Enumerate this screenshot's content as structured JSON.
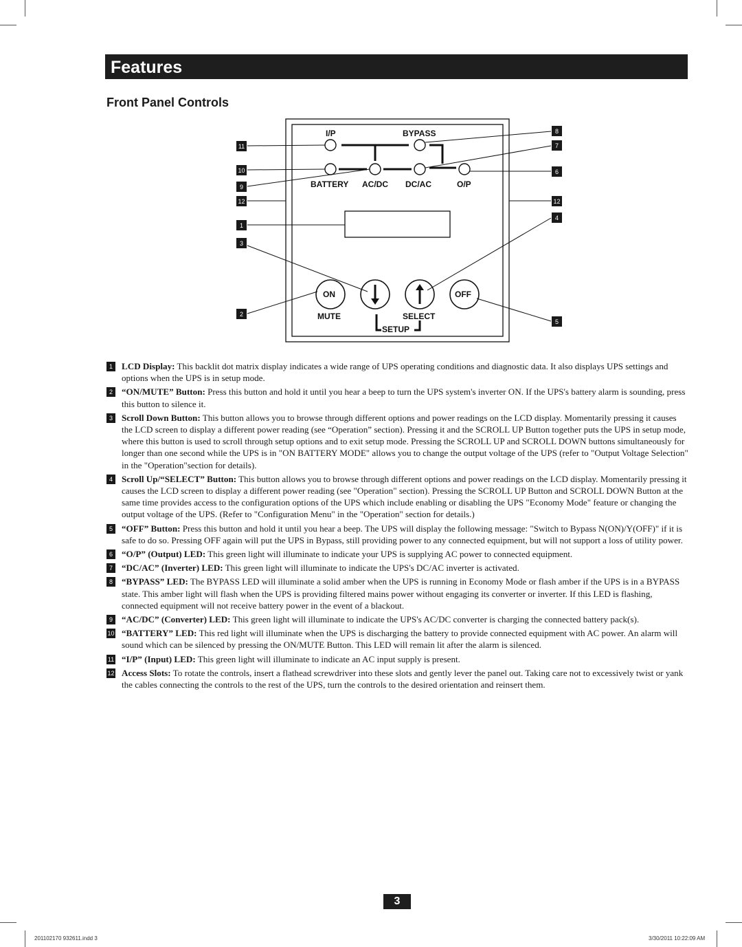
{
  "header": {
    "section_title": "Features",
    "subsection_title": "Front Panel Controls"
  },
  "panel": {
    "led_labels_top": [
      "I/P",
      "BYPASS"
    ],
    "led_labels_bottom": [
      "BATTERY",
      "AC/DC",
      "DC/AC",
      "O/P"
    ],
    "button_on": "ON",
    "button_off": "OFF",
    "label_mute": "MUTE",
    "label_select": "SELECT",
    "label_setup": "SETUP",
    "callouts_left": [
      "11",
      "10",
      "9",
      "12",
      "1",
      "3",
      "2"
    ],
    "callouts_right": [
      "8",
      "7",
      "6",
      "12",
      "4",
      "5"
    ],
    "scroll_down_icon": "arrow-down-icon",
    "scroll_up_icon": "arrow-up-icon"
  },
  "items": [
    {
      "num": "1",
      "term": "LCD Display:",
      "text": " This backlit dot matrix display indicates a wide range of UPS operating conditions and diagnostic data. It also displays UPS settings and options when the UPS is in setup mode."
    },
    {
      "num": "2",
      "term": "“ON/MUTE” Button:",
      "text": " Press this button and hold it until you hear a beep to turn the UPS system's inverter ON. If the UPS's battery alarm is sounding, press this button to silence it."
    },
    {
      "num": "3",
      "term": "Scroll Down Button:",
      "text": " This button allows you to browse through different options and power readings on the LCD display. Momentarily pressing it causes the LCD screen to display a different power reading (see “Operation” section). Pressing it and the SCROLL UP Button together puts the UPS in setup mode, where this button is used to scroll through setup options and to exit setup mode. Pressing the SCROLL UP and SCROLL DOWN buttons simultaneously for longer than one second while the UPS is in \"ON BATTERY MODE\" allows you to change the output voltage of the UPS (refer to \"Output Voltage Selection\" in the \"Operation\"section for details)."
    },
    {
      "num": "4",
      "term": "Scroll Up/“SELECT” Button:",
      "text": " This button allows you to browse through different options and power readings on the LCD display. Momentarily pressing it causes the LCD screen to display a different power reading (see \"Operation\" section). Pressing the SCROLL UP Button and SCROLL DOWN Button at the same time provides access to the configuration options of the UPS which include enabling or disabling the UPS \"Economy Mode\" feature or changing the output voltage of the UPS. (Refer to \"Configuration Menu\" in the \"Operation\" section for details.)"
    },
    {
      "num": "5",
      "term": "“OFF” Button:",
      "text": " Press this button and hold it until you hear a beep. The UPS will display the following message: \"Switch to Bypass N(ON)/Y(OFF)\" if it is safe to do so. Pressing OFF again will put the UPS in Bypass, still providing power to any connected equipment, but will not support a loss of utility power."
    },
    {
      "num": "6",
      "term": "“O/P” (Output) LED:",
      "text": " This green light will illuminate to indicate your UPS is supplying AC power to connected equipment."
    },
    {
      "num": "7",
      "term": "“DC/AC” (Inverter) LED:",
      "text": " This green light will illuminate to indicate the UPS's DC/AC inverter is activated."
    },
    {
      "num": "8",
      "term": "“BYPASS” LED:",
      "text": " The BYPASS LED will illuminate a solid amber when the UPS is running in Economy Mode or flash amber if the UPS is in a BYPASS state. This amber light will flash when the UPS is providing filtered mains power without engaging its converter or inverter. If this LED is flashing, connected equipment will not receive battery power in the event of a blackout."
    },
    {
      "num": "9",
      "term": "“AC/DC” (Converter) LED:",
      "text": " This green light will illuminate to indicate the UPS's AC/DC converter is charging the connected battery pack(s)."
    },
    {
      "num": "10",
      "term": "“BATTERY” LED:",
      "text": " This red light will illuminate when the UPS is discharging the battery to provide connected equipment with AC power. An alarm will sound which can be silenced by pressing the ON/MUTE Button. This LED will remain lit after the alarm is silenced."
    },
    {
      "num": "11",
      "term": "“I/P” (Input) LED:",
      "text": " This green light will illuminate to indicate an AC input supply is present."
    },
    {
      "num": "12",
      "term": "Access Slots:",
      "text": " To rotate the controls, insert a flathead screwdriver into these slots and gently lever the panel out. Taking care not to excessively twist or yank the cables connecting the controls to the rest of the UPS, turn the controls to the desired orientation and reinsert them."
    }
  ],
  "footer": {
    "page_number": "3",
    "slug_left": "201102170  932611.indd   3",
    "slug_right": "3/30/2011   10:22:09 AM"
  }
}
